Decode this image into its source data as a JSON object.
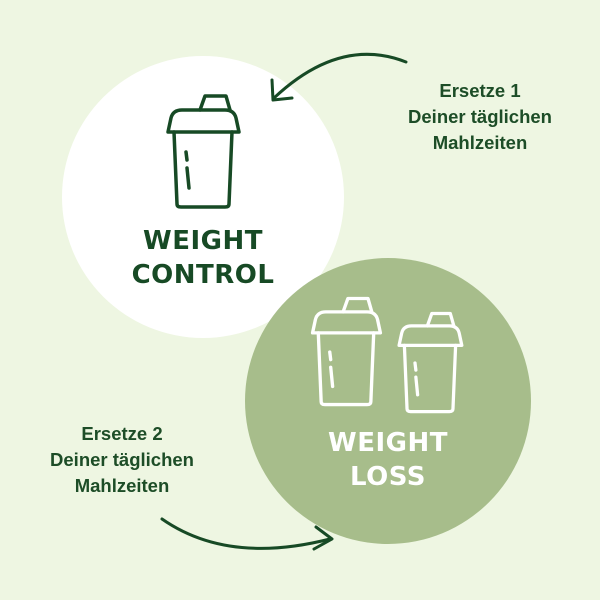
{
  "background_color": "#eef6e2",
  "colors": {
    "dark_green": "#174a25",
    "sage_green": "#a7bd8b",
    "white": "#ffffff"
  },
  "weight_control": {
    "title_line1": "WEIGHT",
    "title_line2": "CONTROL",
    "icon": "shaker-icon"
  },
  "weight_loss": {
    "title_line1": "WEIGHT",
    "title_line2": "LOSS",
    "icons": [
      "shaker-icon",
      "shaker-icon"
    ]
  },
  "caption_1": {
    "line1": "Ersetze 1",
    "line2": "Deiner täglichen",
    "line3": "Mahlzeiten"
  },
  "caption_2": {
    "line1": "Ersetze 2",
    "line2": "Deiner täglichen",
    "line3": "Mahlzeiten"
  }
}
